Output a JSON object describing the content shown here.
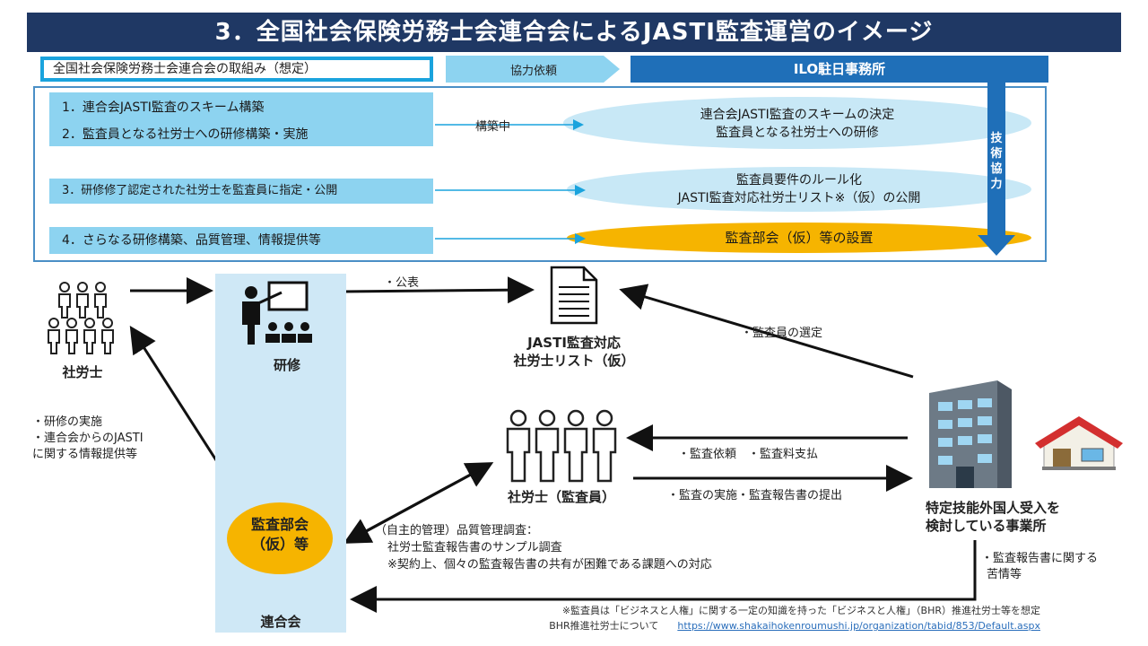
{
  "title": "3．全国社会保険労務士会連合会によるJASTI監査運営のイメージ",
  "header": {
    "left_box": "全国社会保険労務士会連合会の取組み（想定）",
    "arrow_label": "協力依頼",
    "ilo": "ILO駐日事務所"
  },
  "vertical_arrow_label": "技術協力",
  "steps": [
    {
      "lines": [
        "1．連合会JASTI監査のスキーム構築",
        "2．監査員となる社労士への研修構築・実施"
      ],
      "arrow_label": "構築中",
      "result": [
        "連合会JASTI監査のスキームの決定",
        "監査員となる社労士への研修"
      ]
    },
    {
      "lines": [
        "3．研修修了認定された社労士を監査員に指定・公開"
      ],
      "result": [
        "監査員要件のルール化",
        "JASTI監査対応社労士リスト※（仮）の公開"
      ]
    },
    {
      "lines": [
        "4．さらなる研修構築、品質管理、情報提供等"
      ],
      "result": [
        "監査部会（仮）等の設置"
      ]
    }
  ],
  "nodes": {
    "sharoushi": "社労士",
    "kenshu": "研修",
    "list_doc": [
      "JASTI監査対応",
      "社労士リスト（仮）"
    ],
    "auditors": "社労士（監査員）",
    "company": [
      "特定技能外国人受入を",
      "検討している事業所"
    ],
    "kansabu": [
      "監査部会",
      "（仮）等"
    ],
    "rengokai": "連合会"
  },
  "edge_labels": {
    "kohyo": "・公表",
    "selection": "・監査員の選定",
    "training_info": [
      "・研修の実施",
      "・連合会からのJASTI",
      "に関する情報提供等"
    ],
    "request": "・監査依頼　・監査料支払",
    "report": "・監査の実施・監査報告書の提出",
    "quality": [
      "（自主的管理）品質管理調査：",
      "社労士監査報告書のサンプル調査",
      "※契約上、個々の監査報告書の共有が困難である課題への対応"
    ],
    "complaint": [
      "・監査報告書に関する",
      "苦情等"
    ]
  },
  "footnote": {
    "line1": "※監査員は「ビジネスと人権」に関する一定の知識を持った「ビジネスと人権」（BHR）推進社労士等を想定",
    "line2_label": "BHR推進社労士について",
    "url": "https://www.shakaihokenroumushi.jp/organization/tabid/853/Default.aspx"
  },
  "colors": {
    "navy": "#1f3864",
    "blue": "#1f6fb8",
    "light_blue": "#8dd3f0",
    "orange": "#f6b400",
    "pale": "#cfe8f6"
  }
}
